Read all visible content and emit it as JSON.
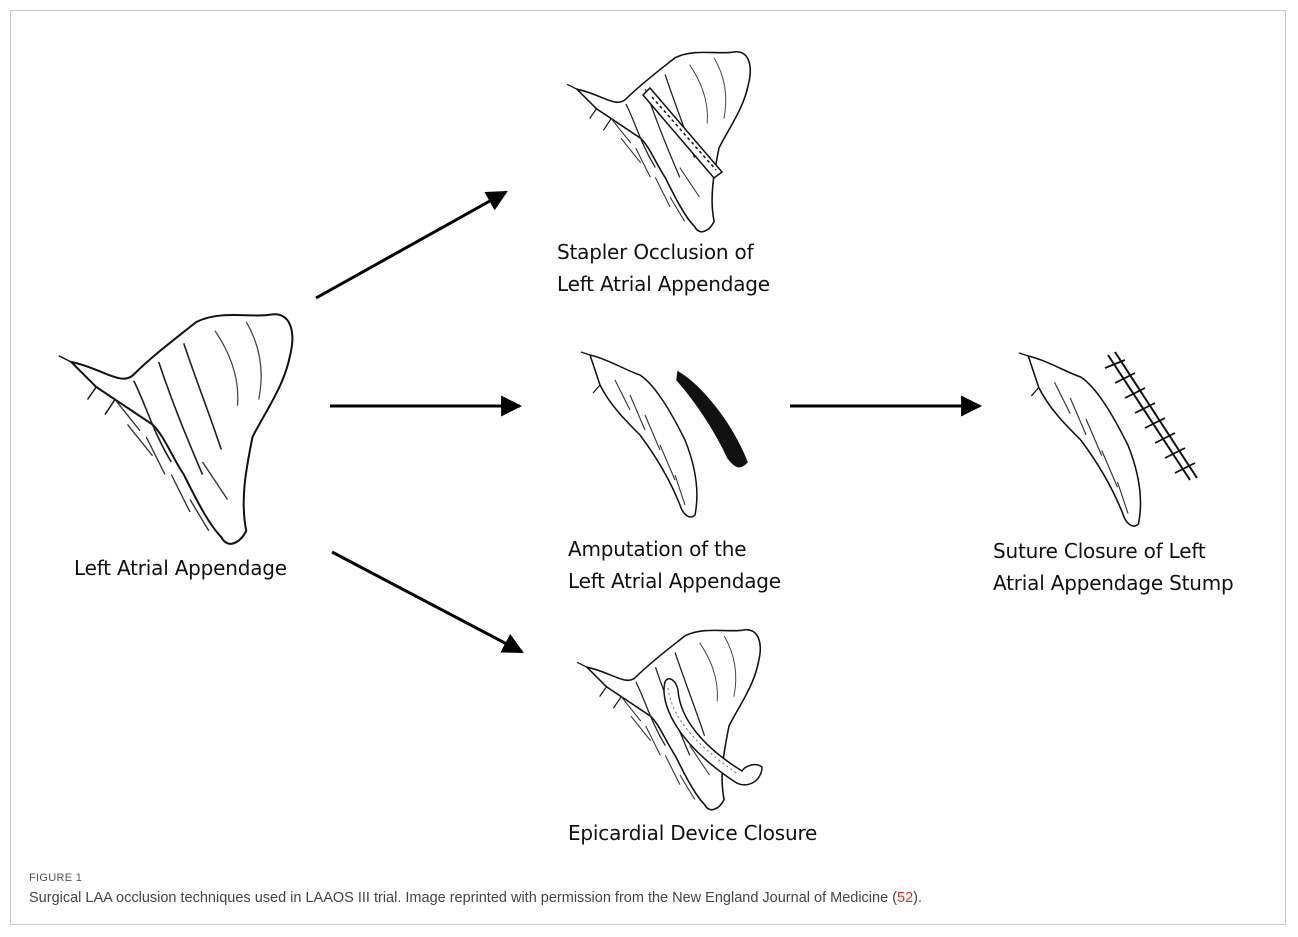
{
  "figure": {
    "labels": {
      "source": "Left Atrial Appendage",
      "stapler_line1": "Stapler Occlusion of",
      "stapler_line2": "Left Atrial Appendage",
      "amputation_line1": "Amputation of the",
      "amputation_line2": "Left Atrial Appendage",
      "epicardial": "Epicardial Device Closure",
      "suture_line1": "Suture Closure of Left",
      "suture_line2": "Atrial Appendage Stump"
    }
  },
  "caption": {
    "label": "FIGURE 1",
    "text_before": "Surgical LAA occlusion techniques used in LAAOS III trial. Image reprinted with permission from the New England Journal of Medicine (",
    "ref": "52",
    "text_after": ")."
  },
  "colors": {
    "reference_link": "#d0312d",
    "border": "#c9c9c9"
  }
}
